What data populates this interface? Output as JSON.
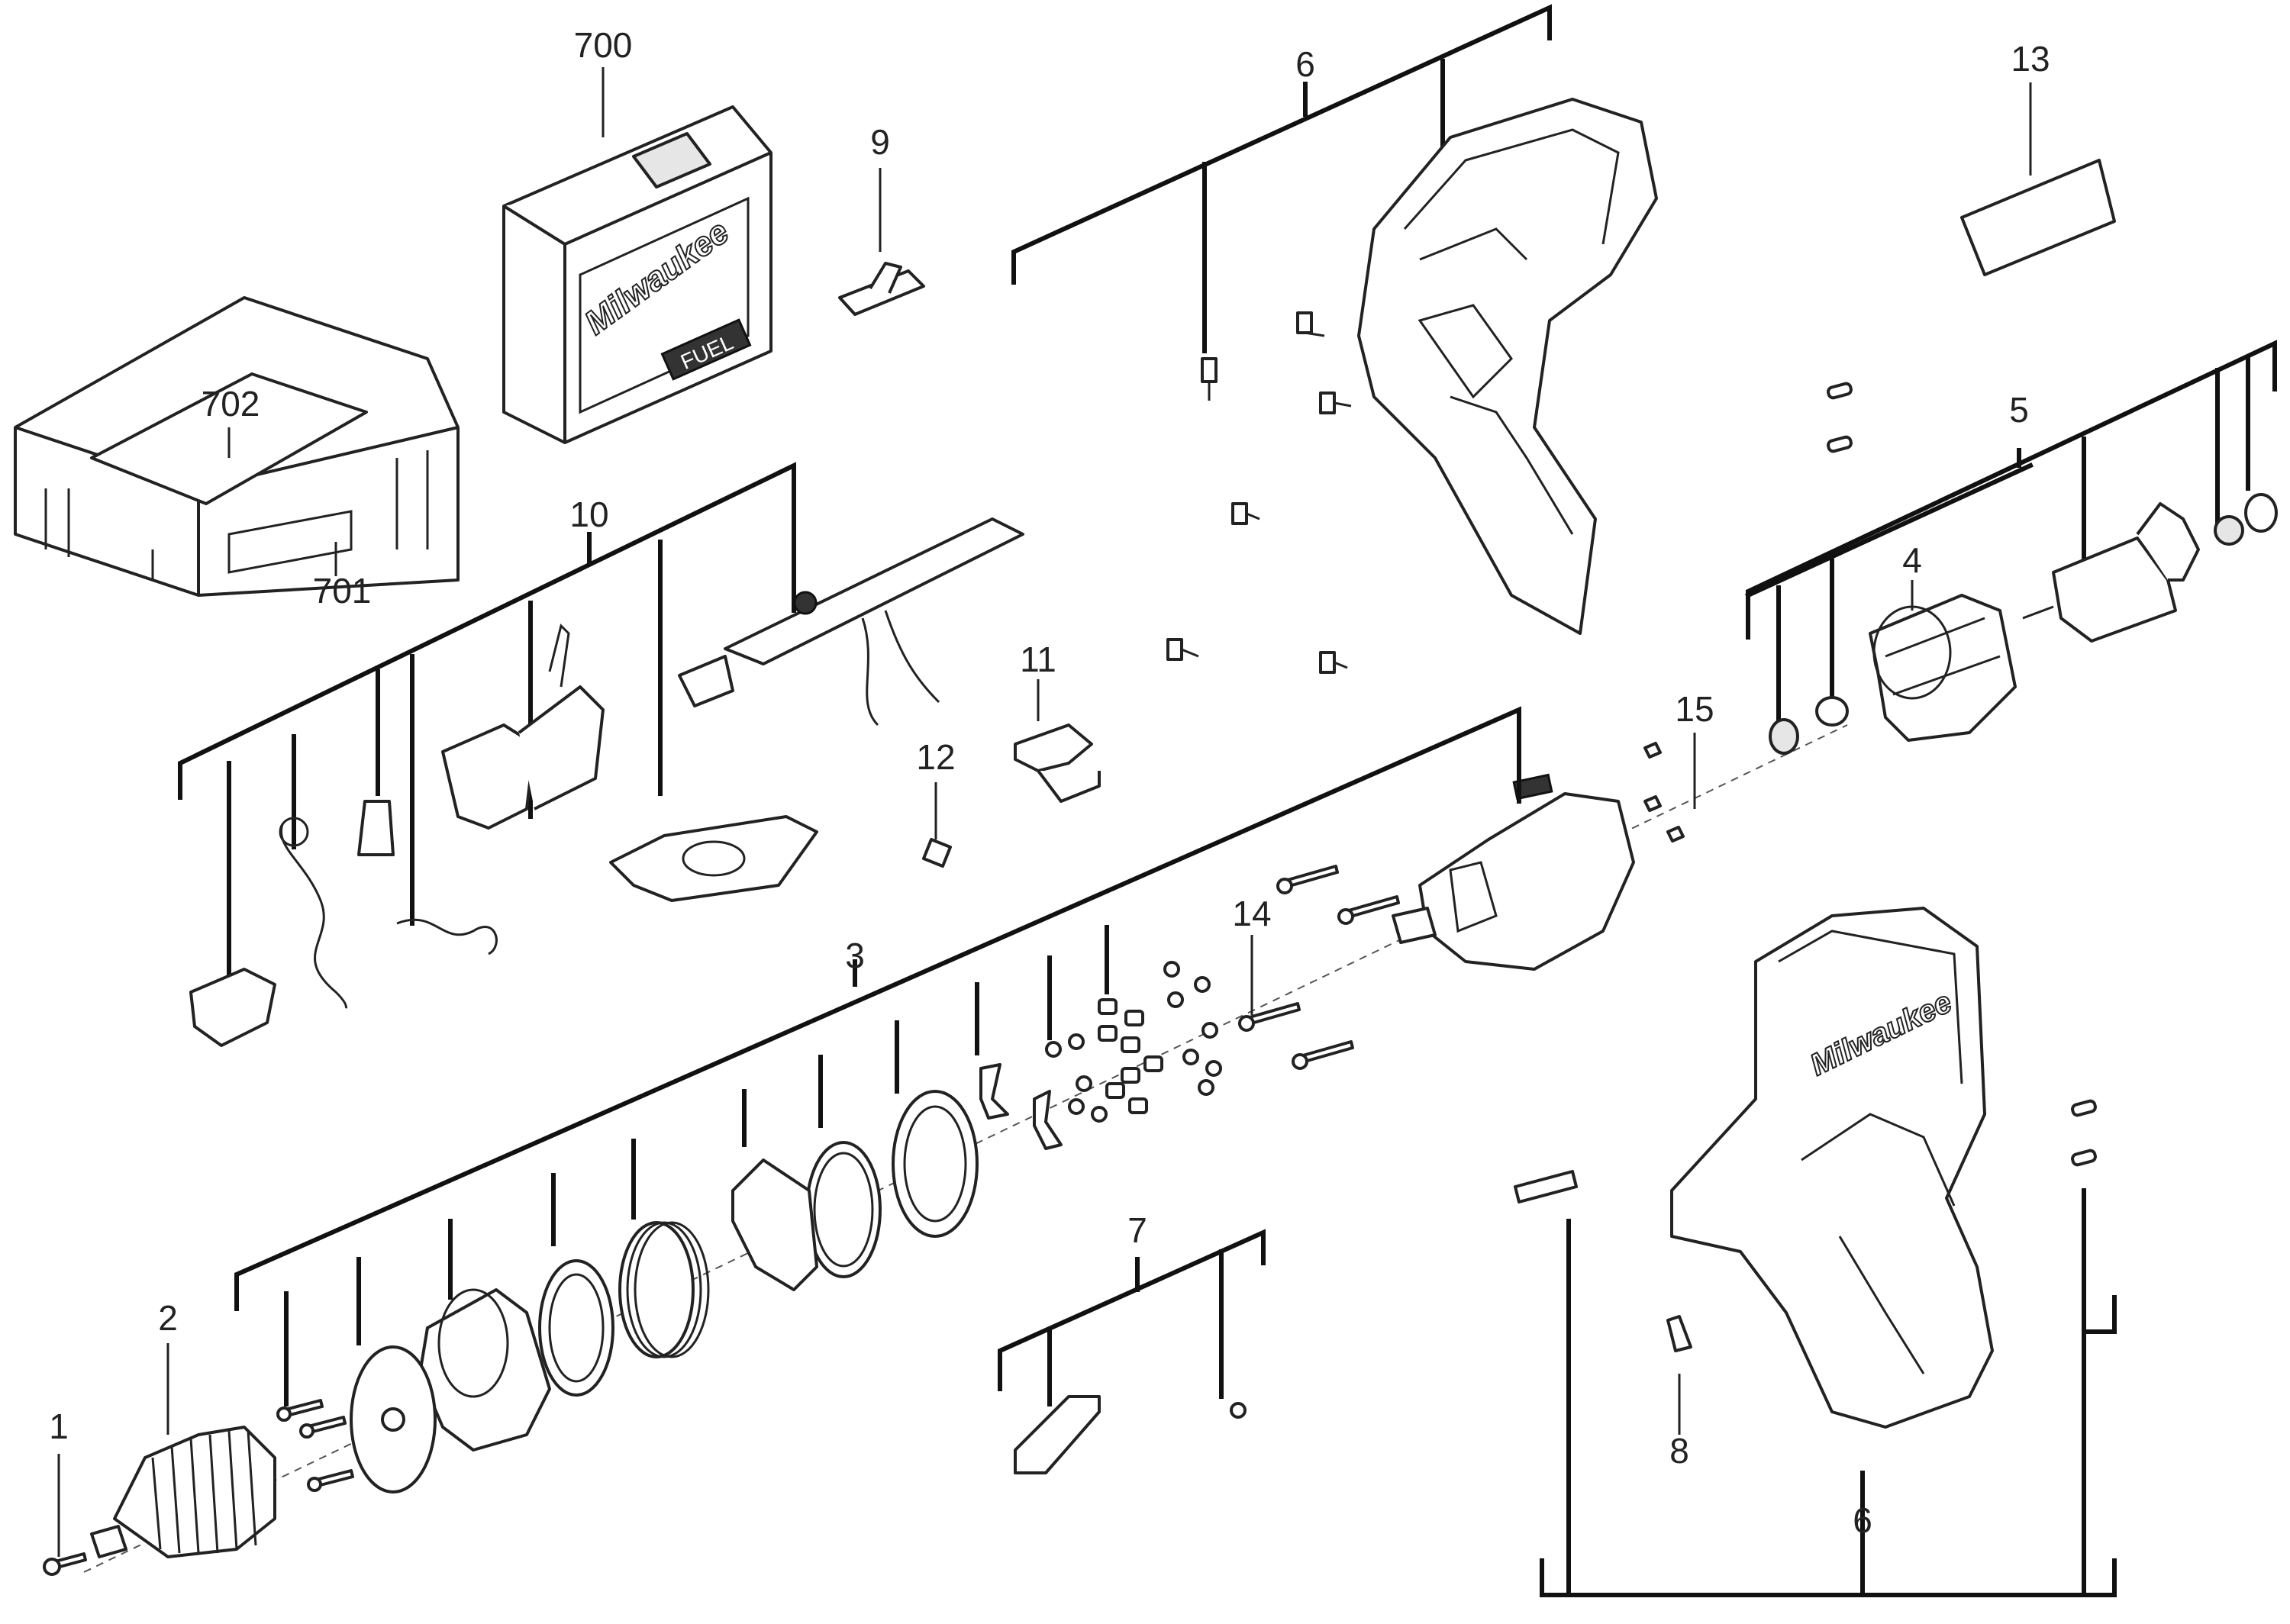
{
  "callouts": {
    "c1": "1",
    "c2": "2",
    "c3": "3",
    "c4": "4",
    "c5": "5",
    "c6_top": "6",
    "c6_bottom": "6",
    "c7": "7",
    "c8": "8",
    "c9": "9",
    "c10": "10",
    "c11": "11",
    "c12": "12",
    "c13": "13",
    "c14": "14",
    "c15": "15",
    "c700": "700",
    "c701": "701",
    "c702": "702"
  },
  "brand": {
    "logo_text": "Milwaukee",
    "fuel_text": "FUEL"
  },
  "colors": {
    "line": "#222222",
    "background": "#ffffff"
  }
}
